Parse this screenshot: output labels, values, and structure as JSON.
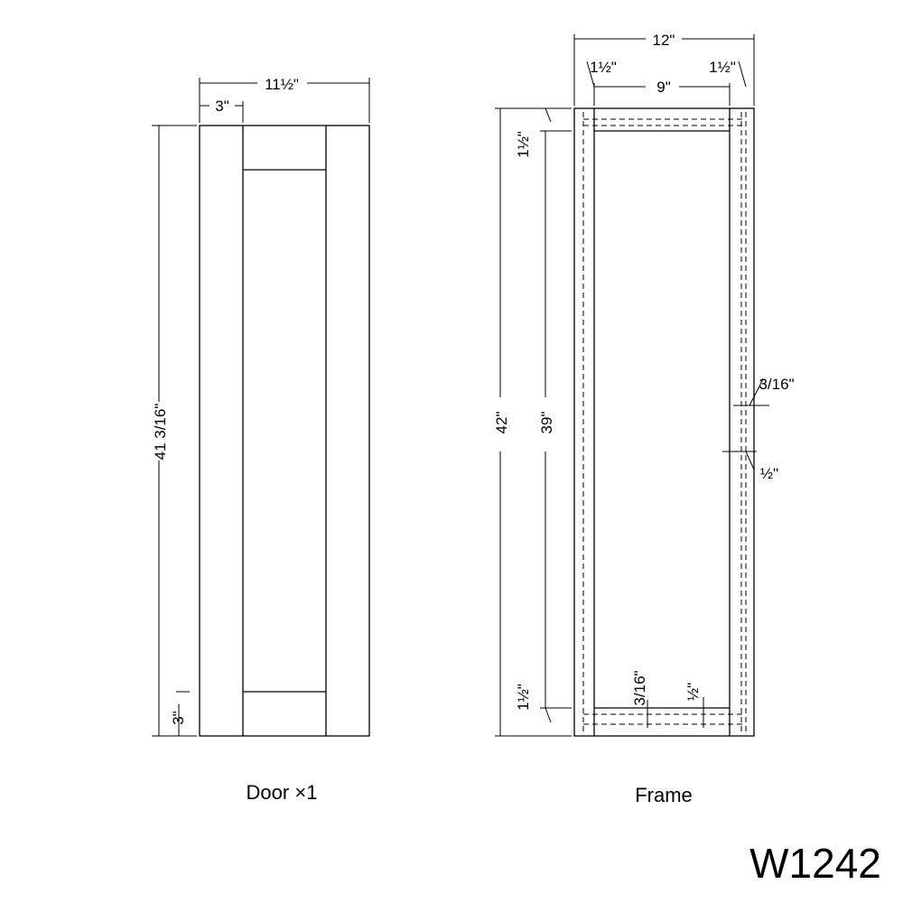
{
  "door": {
    "caption": "Door ×1",
    "overall_width": "11½\"",
    "stile_width": "3\"",
    "overall_height": "41 3/16\"",
    "rail_height": "3\""
  },
  "frame": {
    "caption": "Frame",
    "overall_width": "12\"",
    "stile_left": "1½\"",
    "stile_right": "1½\"",
    "opening_width": "9\"",
    "overall_height": "42\"",
    "opening_height": "39\"",
    "top_rail": "1½\"",
    "bottom_rail": "1½\"",
    "groove_depth": "3/16\"",
    "groove_offset": "½\"",
    "bottom_groove_depth": "3/16\"",
    "bottom_groove_offset": "½\""
  },
  "model_number": "W1242"
}
